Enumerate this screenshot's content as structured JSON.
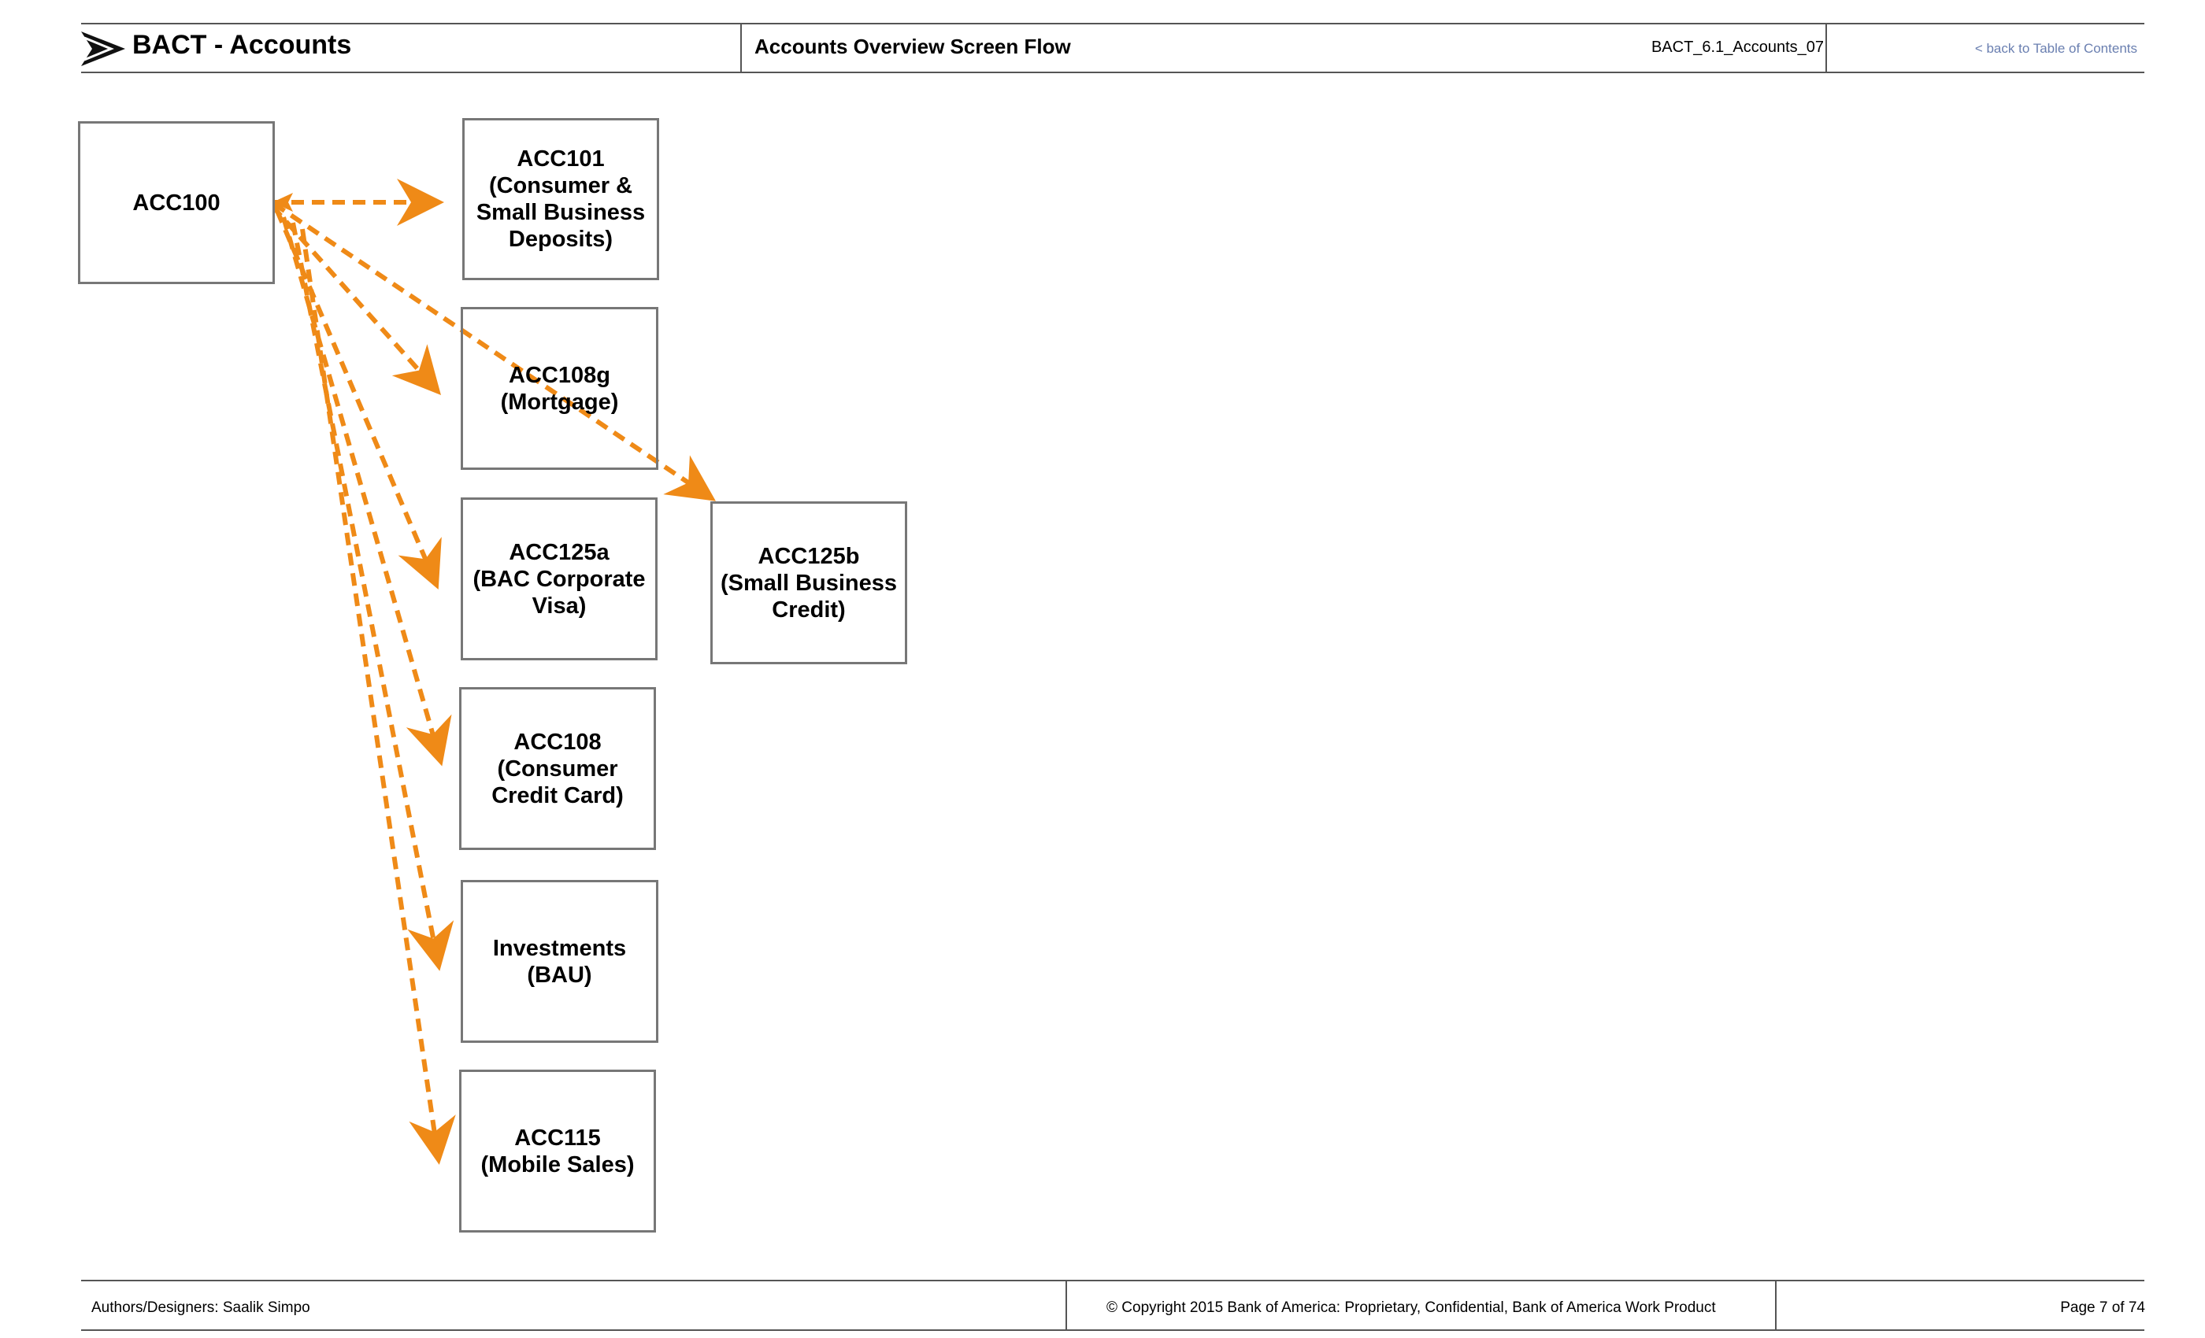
{
  "header": {
    "app_title": "BACT - Accounts",
    "page_title": "Accounts Overview Screen Flow",
    "doc_id": "BACT_6.1_Accounts_07",
    "back_link": "< back to Table of Contents"
  },
  "diagram": {
    "source": {
      "id": "acc100",
      "label": "ACC100"
    },
    "targets": [
      {
        "id": "acc101",
        "label": "ACC101\n(Consumer &\nSmall Business\nDeposits)"
      },
      {
        "id": "acc108g",
        "label": "ACC108g\n(Mortgage)"
      },
      {
        "id": "acc125a",
        "label": "ACC125a\n(BAC Corporate\nVisa)"
      },
      {
        "id": "acc108",
        "label": "ACC108\n(Consumer\nCredit Card)"
      },
      {
        "id": "investments",
        "label": "Investments\n(BAU)"
      },
      {
        "id": "acc115",
        "label": "ACC115\n(Mobile Sales)"
      },
      {
        "id": "acc125b",
        "label": "ACC125b\n(Small Business\nCredit)"
      }
    ],
    "arrow_color": "#ef8a17"
  },
  "footer": {
    "authors": "Authors/Designers:  Saalik Simpo",
    "copyright": "© Copyright 2015 Bank of America: Proprietary, Confidential, Bank of America Work Product",
    "page": "Page 7  of 74"
  }
}
